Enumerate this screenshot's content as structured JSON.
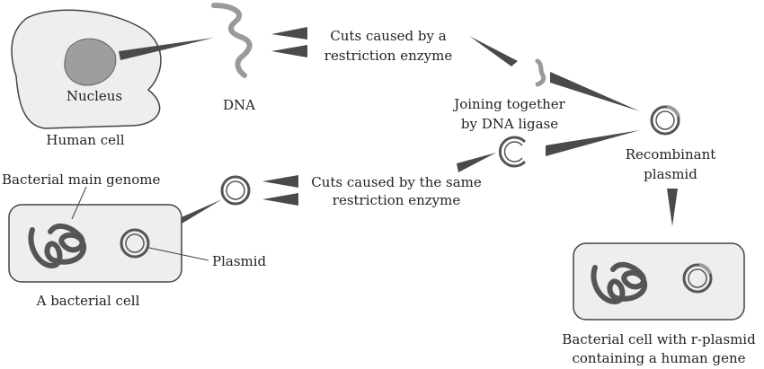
{
  "colors": {
    "wedge": "#4a4a4a",
    "cell_fill": "#eeeeee",
    "cell_stroke": "#444444",
    "nucleus_fill": "#9e9e9e",
    "dna_strand": "#9a9a9a",
    "genome_strand": "#555555",
    "plasmid_ring": "#555555",
    "text": "#222222"
  },
  "labels": {
    "nucleus": "Nucleus",
    "human_cell": "Human cell",
    "dna": "DNA",
    "cuts_restriction": [
      "Cuts caused by a",
      "restriction enzyme"
    ],
    "joining": [
      "Joining together",
      "by DNA ligase"
    ],
    "recombinant": [
      "Recombinant",
      "plasmid"
    ],
    "bacterial_main_genome": "Bacterial main genome",
    "cuts_same": [
      "Cuts caused by the same",
      "restriction enzyme"
    ],
    "plasmid": "Plasmid",
    "bacterial_cell": "A bacterial cell",
    "result_cell": [
      "Bacterial cell with r-plasmid",
      "containing a human gene"
    ]
  },
  "icons": [
    "human-cell-icon",
    "nucleus-icon",
    "dna-strand-icon",
    "dna-fragment-icon",
    "plasmid-icon",
    "cut-plasmid-icon",
    "recombinant-plasmid-icon",
    "bacterial-genome-icon",
    "arrow-wedge-icon"
  ]
}
